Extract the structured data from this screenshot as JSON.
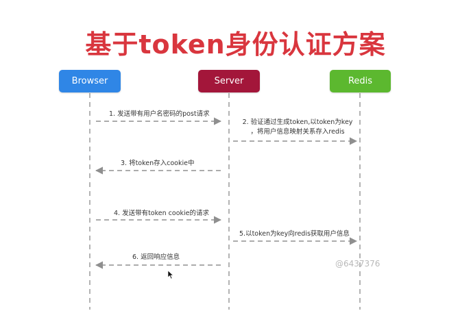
{
  "title": "基于token身份认证方案",
  "actors": [
    {
      "id": "browser",
      "label": "Browser",
      "color": "#2f86e6"
    },
    {
      "id": "server",
      "label": "Server",
      "color": "#a3163a"
    },
    {
      "id": "redis",
      "label": "Redis",
      "color": "#5cb82f"
    }
  ],
  "messages": [
    {
      "id": "m1",
      "text": "1. 发送带有用户名密码的post请求",
      "from": "browser",
      "to": "server"
    },
    {
      "id": "m2",
      "line1": "2. 验证通过生成token,以token为key",
      "line2": "，将用户信息映射关系存入redis",
      "from": "server",
      "to": "redis"
    },
    {
      "id": "m3",
      "text": "3. 将token存入cookie中",
      "from": "server",
      "to": "browser"
    },
    {
      "id": "m4",
      "text": "4. 发送带有token cookie的请求",
      "from": "browser",
      "to": "server"
    },
    {
      "id": "m5",
      "text": "5.以token为key向redis获取用户信息",
      "from": "server",
      "to": "redis"
    },
    {
      "id": "m6",
      "text": "6. 返回响应信息",
      "from": "server",
      "to": "browser"
    }
  ],
  "watermark": "@6437376",
  "colors": {
    "title": "#d9363e",
    "lifeline": "#999999",
    "arrow": "#8f8f8f"
  }
}
